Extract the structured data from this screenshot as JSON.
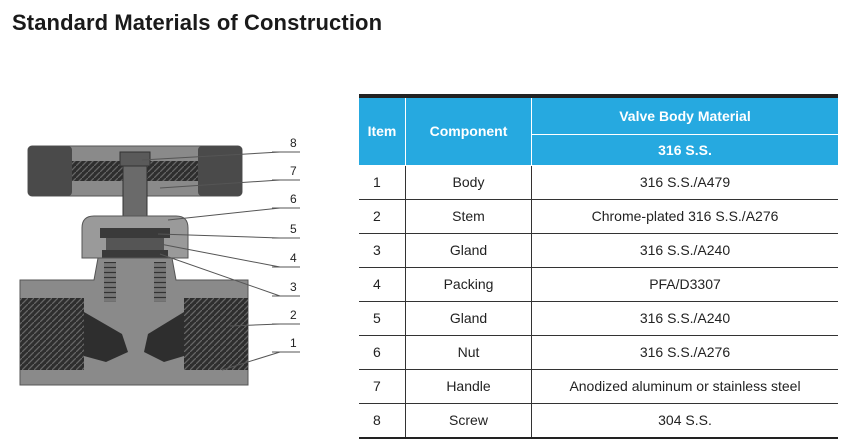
{
  "title": "Standard Materials of Construction",
  "diagram": {
    "callouts": [
      "8",
      "7",
      "6",
      "5",
      "4",
      "3",
      "2",
      "1"
    ]
  },
  "table": {
    "headers": {
      "item": "Item",
      "component": "Component",
      "material_group": "Valve Body Material",
      "material": "316 S.S."
    },
    "rows": [
      {
        "item": "1",
        "component": "Body",
        "material": "316 S.S./A479"
      },
      {
        "item": "2",
        "component": "Stem",
        "material": "Chrome-plated 316 S.S./A276"
      },
      {
        "item": "3",
        "component": "Gland",
        "material": "316 S.S./A240"
      },
      {
        "item": "4",
        "component": "Packing",
        "material": "PFA/D3307"
      },
      {
        "item": "5",
        "component": "Gland",
        "material": "316 S.S./A240"
      },
      {
        "item": "6",
        "component": "Nut",
        "material": "316 S.S./A276"
      },
      {
        "item": "7",
        "component": "Handle",
        "material": "Anodized aluminum or stainless steel"
      },
      {
        "item": "8",
        "component": "Screw",
        "material": "304 S.S."
      }
    ]
  },
  "colors": {
    "header_blue": "#26a9e0",
    "body_gray": "#8a8a8a",
    "dark_part": "#3a3a3a"
  }
}
